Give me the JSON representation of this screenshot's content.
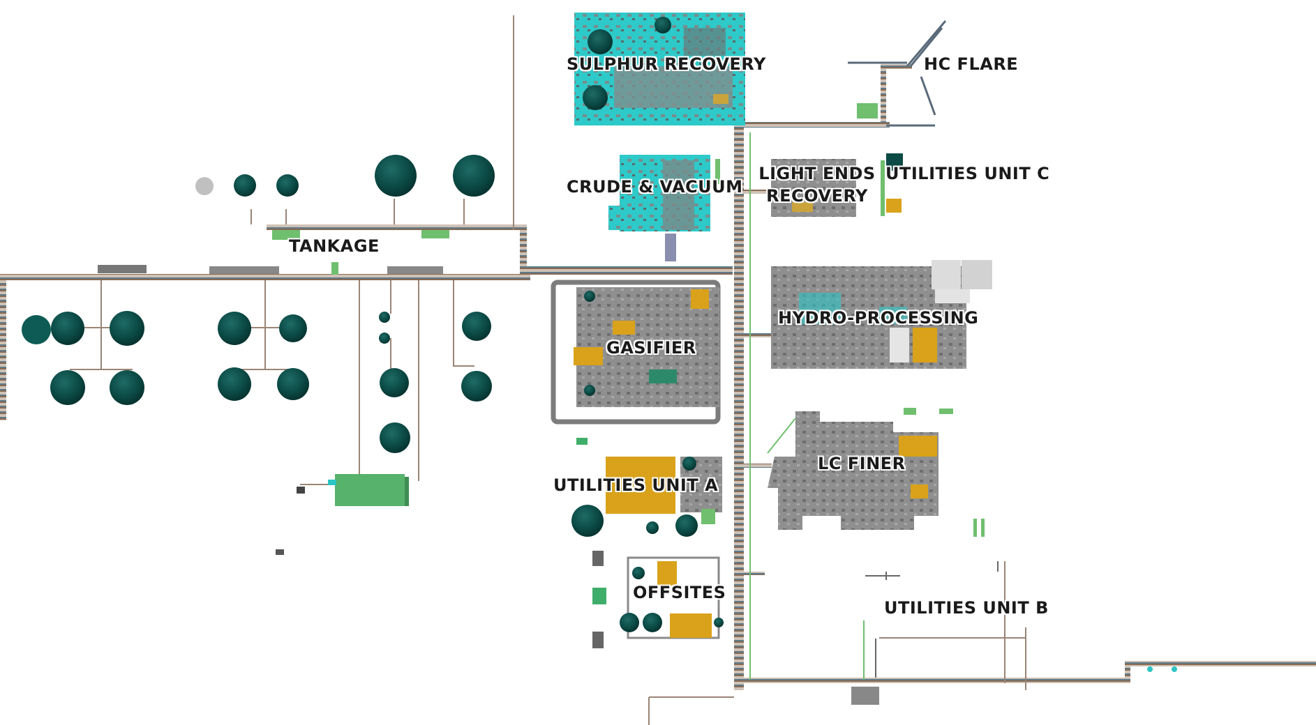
{
  "units": {
    "sulphur_recovery": "SULPHUR RECOVERY",
    "hc_flare": "HC FLARE",
    "crude_vacuum": "CRUDE & VACUUM",
    "light_ends_recovery_line1": "LIGHT ENDS",
    "light_ends_recovery_line2": "RECOVERY",
    "utilities_unit_c": "UTILITIES UNIT C",
    "tankage": "TANKAGE",
    "hydro_processing": "HYDRO-PROCESSING",
    "gasifier": "GASIFIER",
    "lc_finer": "LC FINER",
    "utilities_unit_a": "UTILITIES UNIT A",
    "offsites": "OFFSITES",
    "utilities_unit_b": "UTILITIES UNIT B"
  },
  "colors": {
    "background": "#ffffff",
    "tank": "#0b4a45",
    "teal_pad": "#2cc4c4",
    "gray_pad": "#8a8a8a",
    "equipment_yellow": "#d9a21a",
    "pipe_rack": "#8a6a52",
    "green_equipment": "#5aa86a",
    "label_text": "#1a1a1a"
  }
}
